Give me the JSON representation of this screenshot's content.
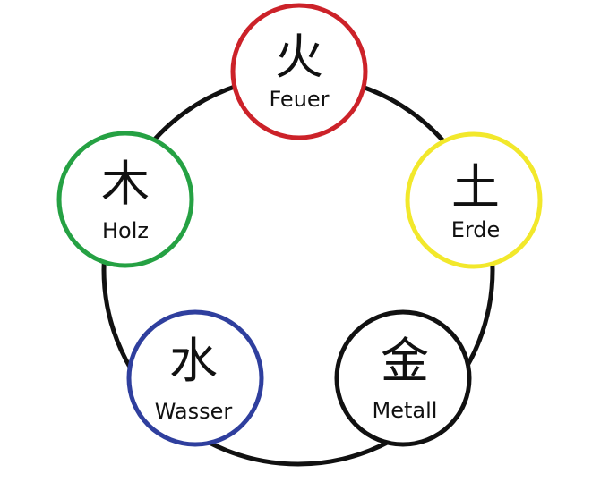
{
  "diagram": {
    "elements": [
      {
        "id": "fire",
        "glyph": "火",
        "label": "Feuer",
        "color": "#cc2229"
      },
      {
        "id": "earth",
        "glyph": "土",
        "label": "Erde",
        "color": "#f2e82b"
      },
      {
        "id": "metal",
        "glyph": "金",
        "label": "Metall",
        "color": "#111111"
      },
      {
        "id": "water",
        "glyph": "水",
        "label": "Wasser",
        "color": "#2f3f9e"
      },
      {
        "id": "wood",
        "glyph": "木",
        "label": "Holz",
        "color": "#25a143"
      }
    ],
    "ring_color": "#111111"
  }
}
